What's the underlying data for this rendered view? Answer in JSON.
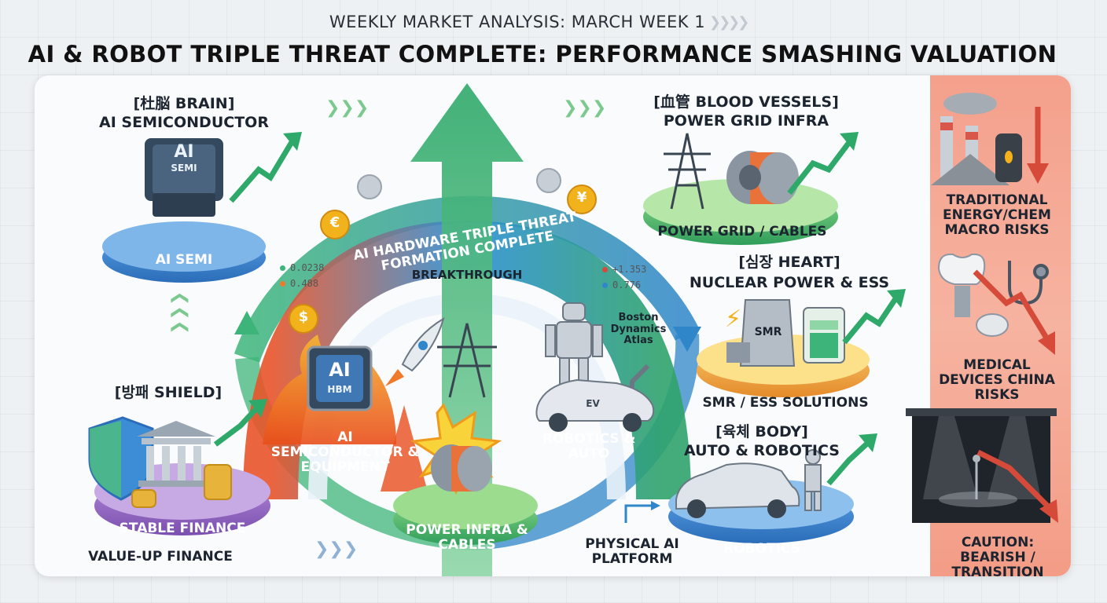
{
  "header": {
    "subtitle": "WEEKLY MARKET ANALYSIS: MARCH WEEK 1",
    "title": "AI & ROBOT TRIPLE THREAT COMPLETE: PERFORMANCE SMASHING VALUATION"
  },
  "center": {
    "arc_text": "AI HARDWARE TRIPLE THREAT FORMATION COMPLETE",
    "breakthrough": "BREAKTHROUGH",
    "robot_caption": "Boston Dynamics Atlas",
    "chip_text": "AI",
    "chip_sub": "HBM",
    "ev_text": "EV",
    "semi_label": "AI SEMICONDUCTOR & EQUIPMENT",
    "power_label": "POWER INFRA & CABLES",
    "robotics_label": "ROBOTICS & AUTO",
    "coin_dollar": "$",
    "coin_euro": "€",
    "coin_yen": "¥",
    "numbers_left": [
      "0.0238",
      "0.488"
    ],
    "numbers_right": [
      "+1.353",
      "0.776"
    ]
  },
  "sectors": {
    "brain": {
      "tag": "[杜脳 BRAIN]",
      "title": "AI SEMICONDUCTOR",
      "chip": "AI",
      "chip_sub": "SEMI",
      "platform": "AI SEMI"
    },
    "shield": {
      "tag": "[방패 SHIELD]",
      "platform": "STABLE FINANCE",
      "title": "VALUE-UP FINANCE"
    },
    "blood": {
      "tag": "[血管 BLOOD VESSELS]",
      "title": "POWER GRID INFRA",
      "platform": "POWER GRID / CABLES"
    },
    "heart": {
      "tag": "[심장 HEART]",
      "title": "NUCLEAR POWER & ESS",
      "smr": "SMR",
      "platform": "SMR / ESS SOLUTIONS"
    },
    "body": {
      "tag": "[육체 BODY]",
      "title": "AUTO & ROBOTICS",
      "platform": "ROBOTICS",
      "side": "PHYSICAL AI PLATFORM"
    }
  },
  "caution": {
    "energy": "TRADITIONAL ENERGY/CHEM MACRO RISKS",
    "medical": "MEDICAL DEVICES CHINA RISKS",
    "bearish": "CAUTION: BEARISH / TRANSITION SECTORS"
  },
  "colors": {
    "green": "#3aa86b",
    "blue": "#2f7fd0",
    "orange": "#f07a2c",
    "red": "#d64a3a",
    "caution_bg": "#f6b3a0"
  }
}
